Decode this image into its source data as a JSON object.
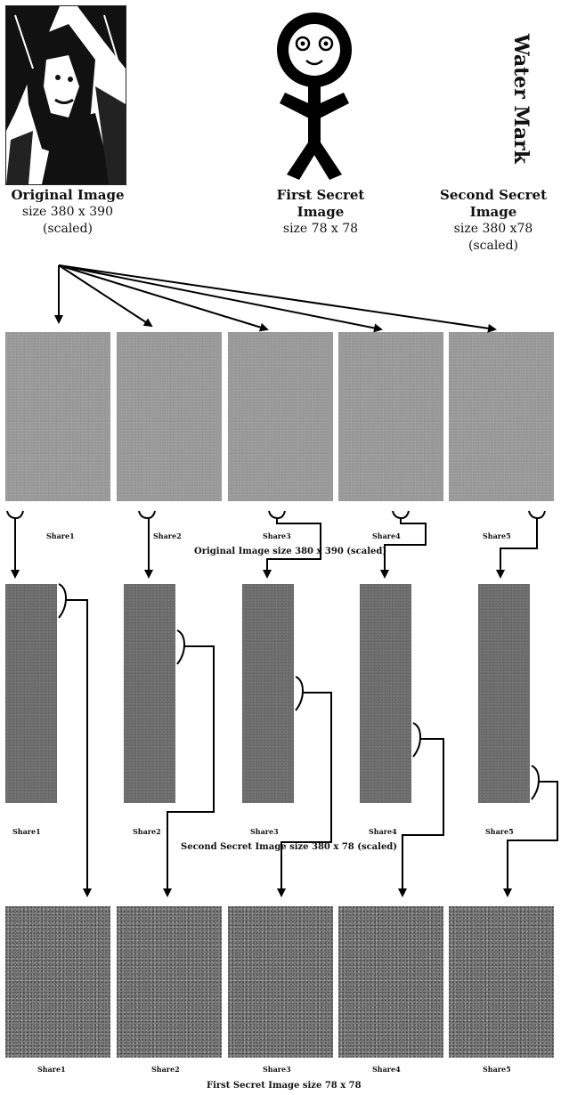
{
  "top": {
    "original": {
      "title": "Original Image",
      "size": "size 380 x 390",
      "note": "(scaled)"
    },
    "first_secret": {
      "title": "First Secret Image",
      "size": "size 78 x 78"
    },
    "second_secret": {
      "title": "Second Secret Image",
      "size": "size 380 x78",
      "note": "(scaled)"
    },
    "watermark_text": "Water Mark"
  },
  "row1": {
    "label": "Original Image size 380 x 390 (scaled)",
    "shares": [
      "Share1",
      "Share2",
      "Share3",
      "Share4",
      "Share5"
    ]
  },
  "row2": {
    "label": "Second Secret Image size 380 x 78 (scaled)",
    "shares": [
      "Share1",
      "Share2",
      "Share3",
      "Share4",
      "Share5"
    ]
  },
  "row3": {
    "label": "First Secret Image size 78 x 78",
    "shares": [
      "Share1",
      "Share2",
      "Share3",
      "Share4",
      "Share5"
    ]
  },
  "colors": {
    "line": "#000000",
    "share_light": "#9c9c9c",
    "share_dark": "#6f6f6f"
  }
}
